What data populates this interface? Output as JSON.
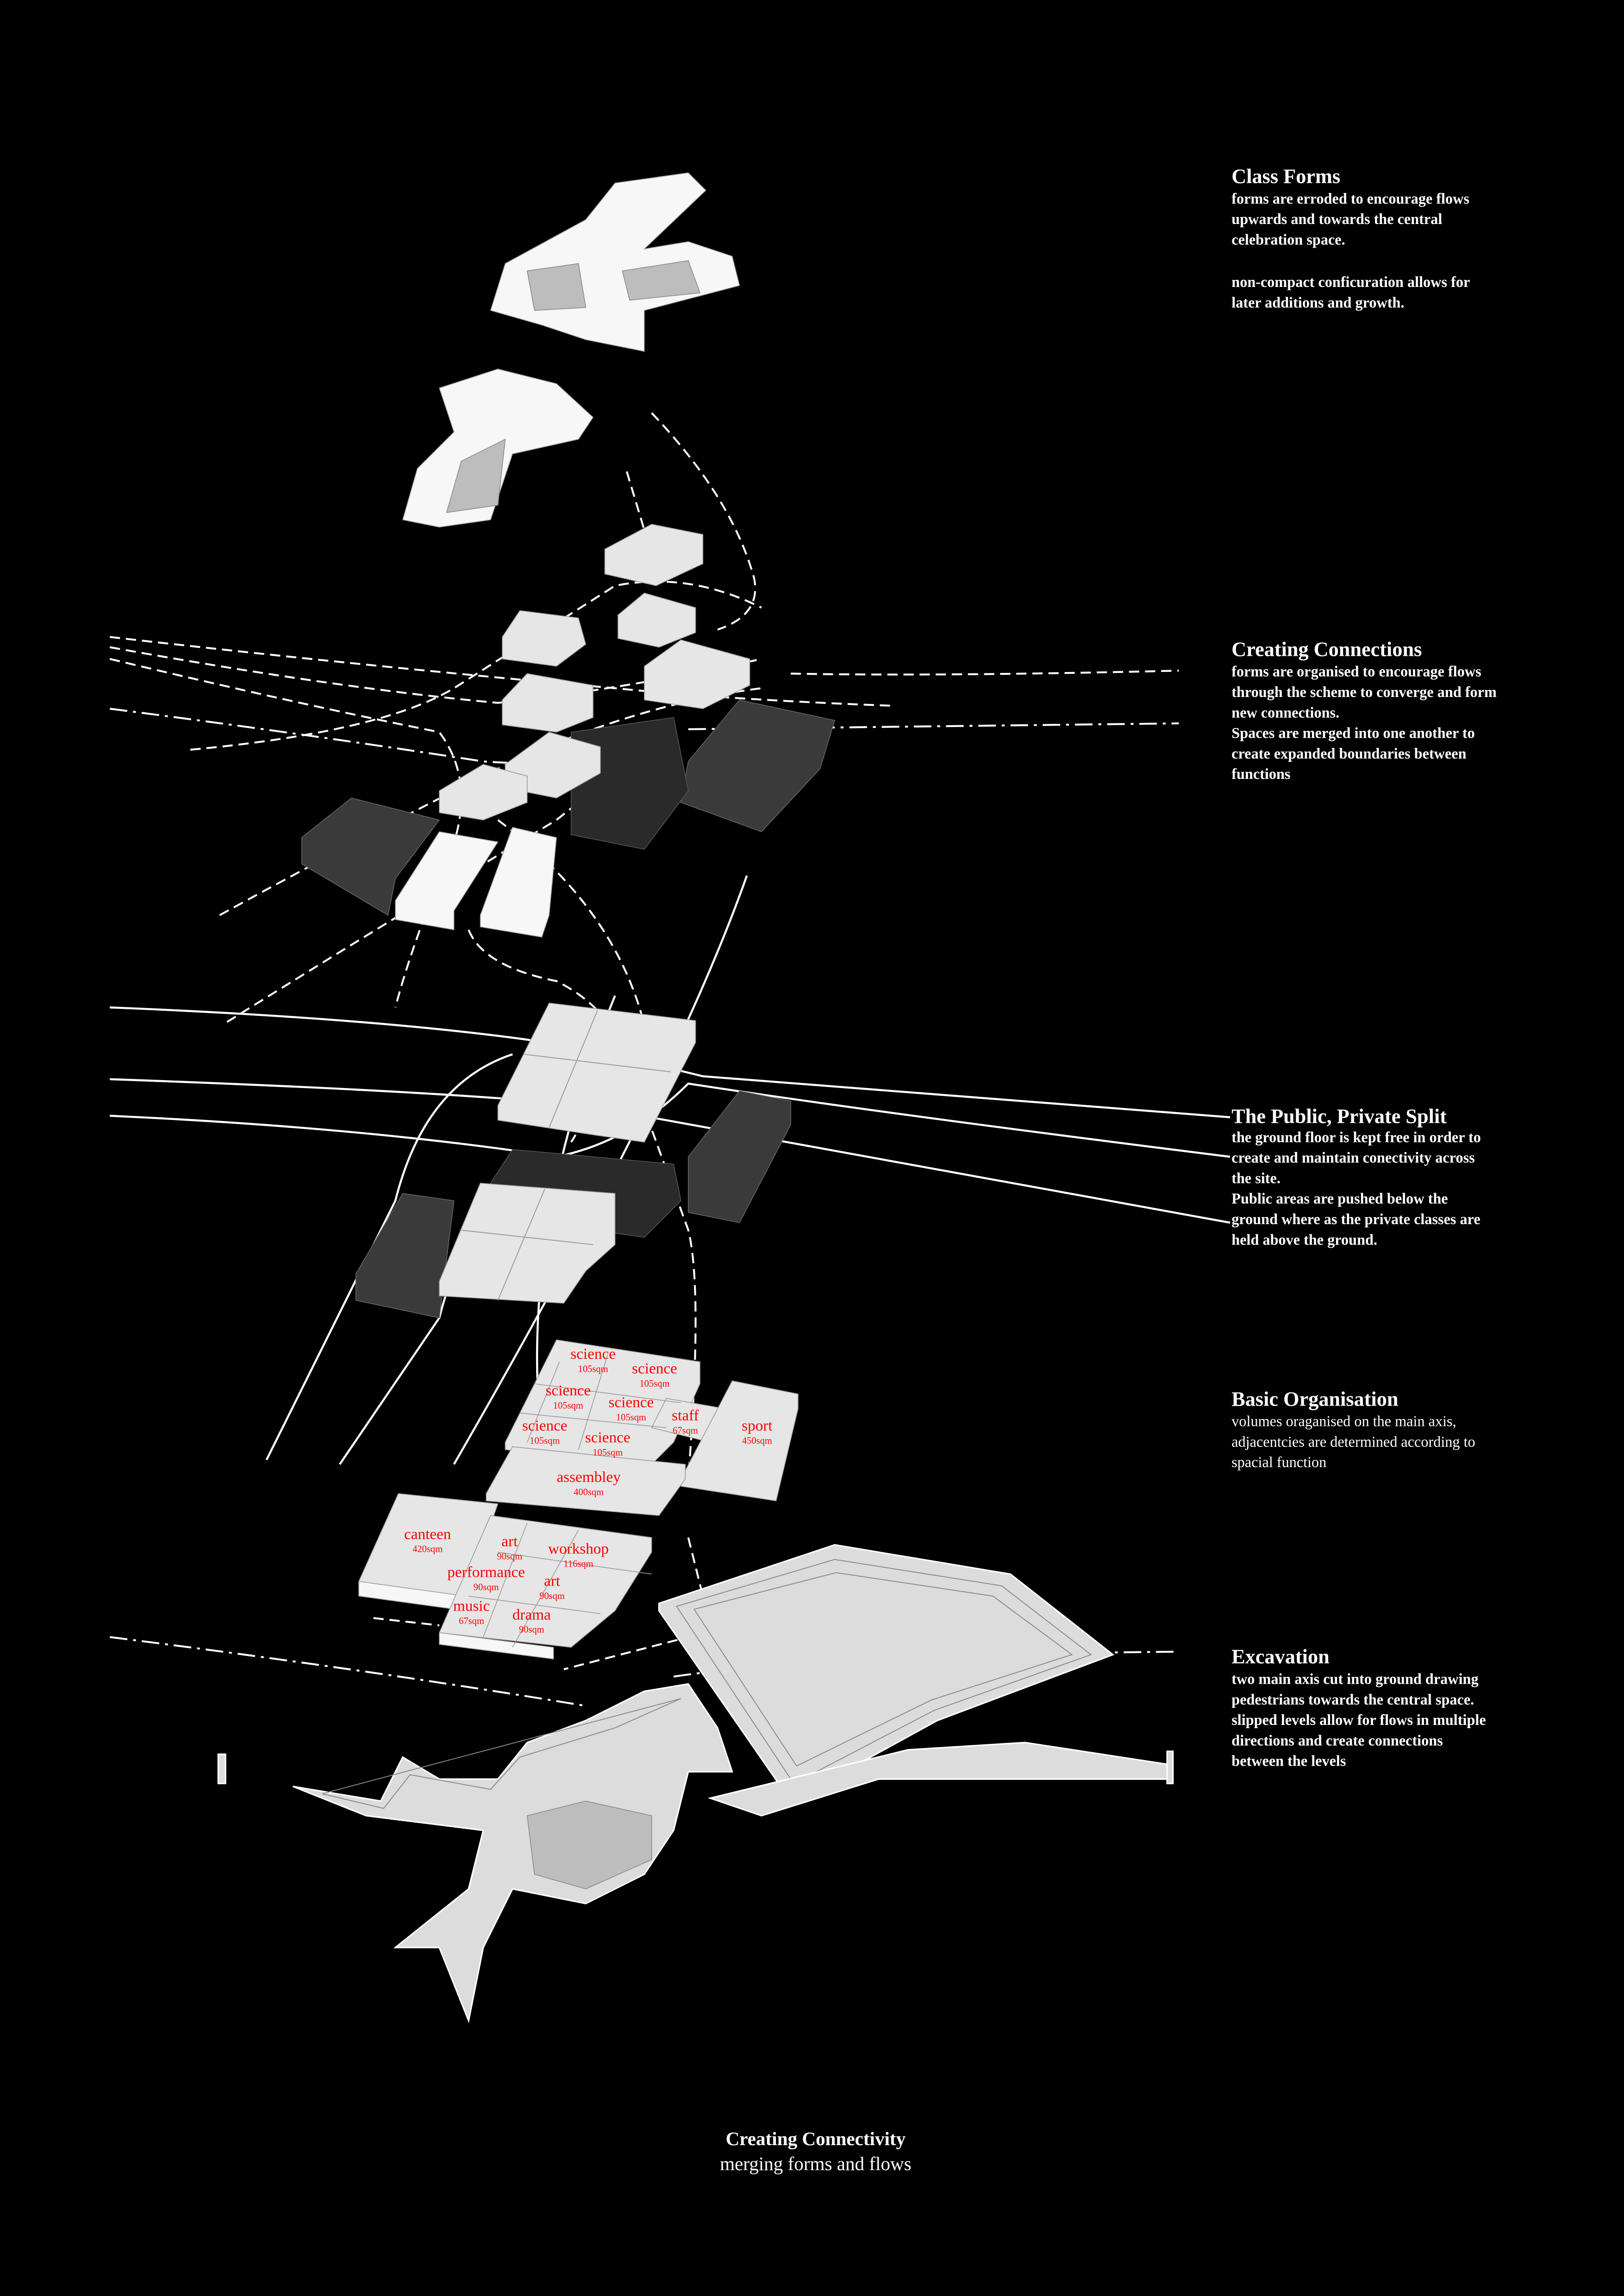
{
  "sections": {
    "class_forms": {
      "title": "Class Forms",
      "lines": [
        "forms are erroded to encourage flows",
        "upwards and towards the central",
        "celebration space.",
        "non-compact conficuration allows for",
        "later additions and growth."
      ]
    },
    "creating_connections": {
      "title": "Creating Connections",
      "lines": [
        "forms are organised to encourage flows",
        "through the scheme to converge and form",
        "new connections.",
        "Spaces are merged into one another to",
        "create expanded boundaries between",
        "functions"
      ]
    },
    "public_private": {
      "title": "The Public, Private Split",
      "lines": [
        "the ground floor is kept free in order to",
        "create and maintain conectivity across",
        "the site.",
        "Public areas are pushed below the",
        "ground where as the private classes are",
        "held above the ground."
      ]
    },
    "basic_organisation": {
      "title": "Basic Organisation",
      "lines": [
        "volumes oraganised on the main axis,",
        "adjacentcies are determined according to",
        "spacial function"
      ]
    },
    "excavation": {
      "title": "Excavation",
      "lines": [
        "two main axis cut into ground drawing",
        "pedestrians towards the central space.",
        "slipped levels allow for flows in multiple",
        "directions and create connections",
        "between the levels"
      ]
    }
  },
  "rooms": [
    {
      "name": "science",
      "area": "105sqm"
    },
    {
      "name": "science",
      "area": "105sqm"
    },
    {
      "name": "science",
      "area": "105sqm"
    },
    {
      "name": "science",
      "area": "105sqm"
    },
    {
      "name": "science",
      "area": "105sqm"
    },
    {
      "name": "science",
      "area": "105sqm"
    },
    {
      "name": "staff",
      "area": "67sqm"
    },
    {
      "name": "sport",
      "area": "450sqm"
    },
    {
      "name": "assembley",
      "area": "400sqm"
    },
    {
      "name": "canteen",
      "area": "420sqm"
    },
    {
      "name": "art",
      "area": "90sqm"
    },
    {
      "name": "workshop",
      "area": "116sqm"
    },
    {
      "name": "performance",
      "area": "90sqm"
    },
    {
      "name": "art",
      "area": "90sqm"
    },
    {
      "name": "music",
      "area": "67sqm"
    },
    {
      "name": "drama",
      "area": "90sqm"
    }
  ],
  "caption": {
    "title": "Creating Connectivity",
    "subtitle": "merging forms and flows"
  },
  "colors": {
    "background": "#000000",
    "text": "#ffffff",
    "room_label": "#ff0000"
  }
}
